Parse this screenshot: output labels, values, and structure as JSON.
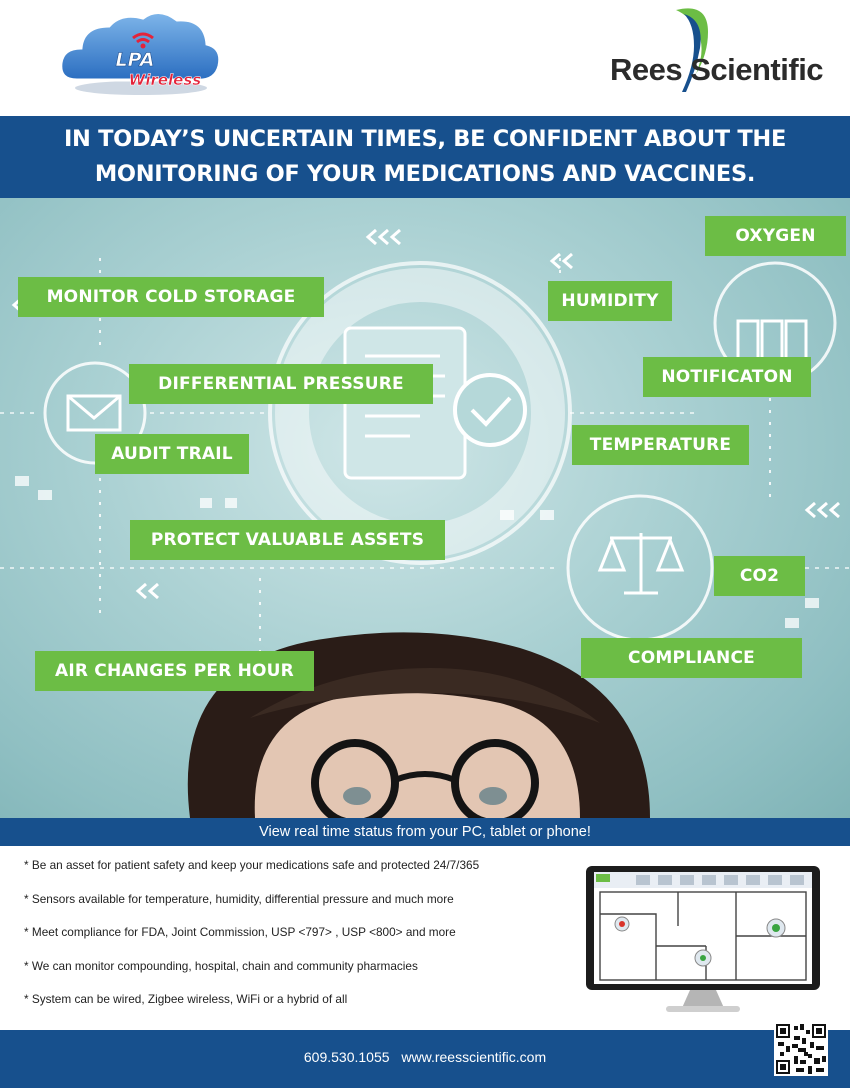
{
  "header": {
    "lpa_logo": {
      "line1": "LPA",
      "line2": "Wireless"
    },
    "company_logo": "Rees Scientific"
  },
  "headline": {
    "line1": "IN TODAY’S UNCERTAIN TIMES, BE CONFIDENT ABOUT THE",
    "line2": "MONITORING OF YOUR MEDICATIONS AND VACCINES."
  },
  "hero": {
    "tags": [
      "MONITOR COLD STORAGE",
      "DIFFERENTIAL PRESSURE",
      "AUDIT TRAIL",
      "PROTECT VALUABLE ASSETS",
      "AIR CHANGES PER HOUR",
      "OXYGEN",
      "HUMIDITY",
      "NOTIFICATON",
      "TEMPERATURE",
      "CO2",
      "COMPLIANCE"
    ],
    "icons": [
      "document-check-icon",
      "envelope-icon",
      "binders-icon",
      "scales-icon",
      "chevron-arrows-icon"
    ],
    "colors": {
      "tag": "#6cbd45",
      "background": "#a9d0d2"
    }
  },
  "status_band": "View real time status from your PC, tablet or phone!",
  "bullets": [
    "* Be an asset for patient safety and keep your medications safe and protected 24/7/365",
    "* Sensors available for temperature, humidity, differential pressure and much more",
    "* Meet compliance for FDA, Joint Commission, USP <797> , USP <800> and more",
    "* We can monitor compounding, hospital, chain and community pharmacies",
    "* System can be wired, Zigbee wireless, WiFi or a hybrid of all"
  ],
  "footer": {
    "phone": "609.530.1055",
    "website": "www.reesscientific.com"
  },
  "colors": {
    "brand_blue": "#17508d",
    "accent_green": "#6cbd45"
  }
}
